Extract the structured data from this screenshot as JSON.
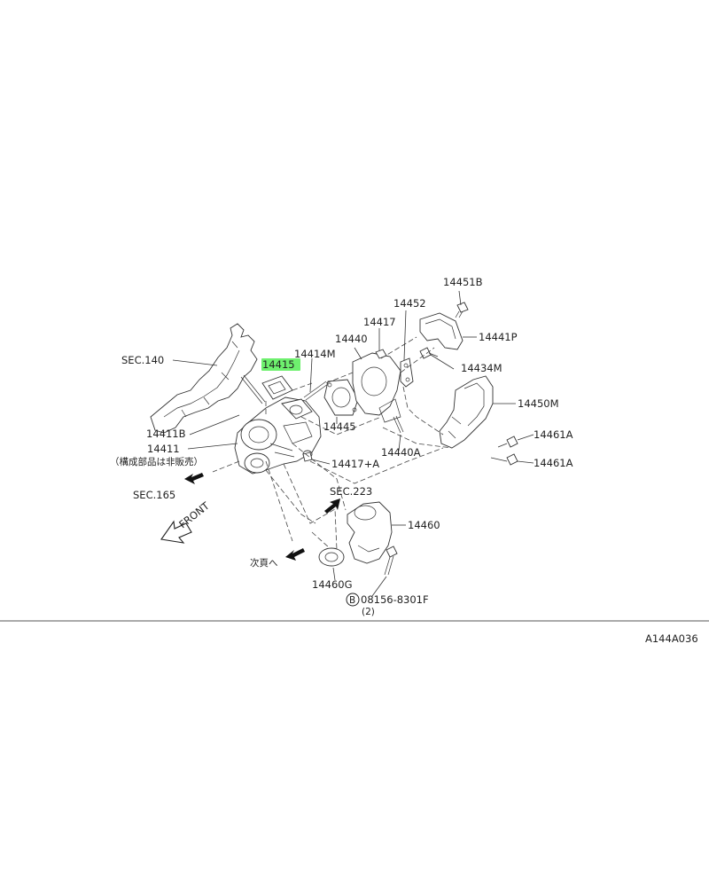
{
  "labels": {
    "p14451b": "14451B",
    "p14452": "14452",
    "p14417": "14417",
    "p14440": "14440",
    "p14441p": "14441P",
    "p14414m": "14414M",
    "p14415": "14415",
    "p14434m": "14434M",
    "sec140": "SEC.140",
    "p14450m": "14450M",
    "p14445": "14445",
    "p14461a_1": "14461A",
    "p14411b": "14411B",
    "p14440a": "14440A",
    "p14411": "14411",
    "p14411_note": "（構成部品は非販売）",
    "p14417a": "14417+A",
    "p14461a_2": "14461A",
    "sec165": "SEC.165",
    "sec223": "SEC.223",
    "front": "FRONT",
    "p14460": "14460",
    "next_page": "次頁へ",
    "p14460g": "14460G",
    "bolt_marker": "B",
    "bolt_number": "08156-8301F",
    "bolt_qty": "(2)",
    "diagram_code": "A144A036"
  },
  "colors": {
    "highlight": "#6ef06e",
    "line": "#333333"
  }
}
